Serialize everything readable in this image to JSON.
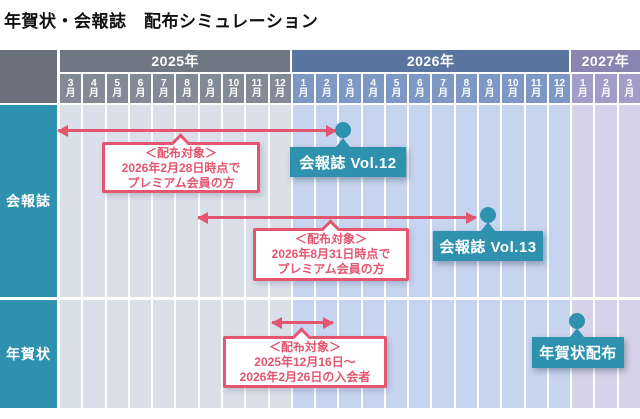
{
  "title": "年賀状・会報誌　配布シミュレーション",
  "colors": {
    "accent_pink": "#E4556F",
    "teal": "#2E91AE",
    "corner": "#6A707C",
    "year2025_band": "#6F7684",
    "year2025_months": "#828A98",
    "year2026_band": "#5A76A0",
    "year2026_months": "#7D98C4",
    "year2027_band": "#8A84B0",
    "year2027_months": "#A29DC8",
    "body2025": "#DAE0EA",
    "body2026": "#C7D4F0",
    "body2027": "#D6D2E9"
  },
  "timeline": {
    "years": [
      {
        "label": "2025年",
        "months": [
          "3月",
          "4月",
          "5月",
          "6月",
          "7月",
          "8月",
          "9月",
          "10月",
          "11月",
          "12月"
        ]
      },
      {
        "label": "2026年",
        "months": [
          "1月",
          "2月",
          "3月",
          "4月",
          "5月",
          "6月",
          "7月",
          "8月",
          "9月",
          "10月",
          "11月",
          "12月"
        ]
      },
      {
        "label": "2027年",
        "months": [
          "1月",
          "2月",
          "3月"
        ]
      }
    ]
  },
  "rows": [
    {
      "label": "会報誌"
    },
    {
      "label": "年賀状"
    }
  ],
  "items": [
    {
      "row": 0,
      "callout_lines": [
        "＜配布対象＞",
        "2026年2月28日時点で",
        "プレミアム会員の方"
      ],
      "marker_label": "会報誌 Vol.12",
      "period": {
        "from": "2025年3月",
        "to": "2026年2月"
      },
      "marker_at": "2026年3月"
    },
    {
      "row": 0,
      "callout_lines": [
        "＜配布対象＞",
        "2026年8月31日時点で",
        "プレミアム会員の方"
      ],
      "marker_label": "会報誌 Vol.13",
      "period": {
        "from": "2025年9月",
        "to": "2026年8月"
      },
      "marker_at": "2026年9月"
    },
    {
      "row": 1,
      "callout_lines": [
        "＜配布対象＞",
        "2025年12月16日～",
        "2026年2月26日の入会者"
      ],
      "marker_label": "年賀状配布",
      "period": {
        "from": "2025年12月",
        "to": "2026年2月"
      },
      "marker_at": "2027年1月"
    }
  ]
}
